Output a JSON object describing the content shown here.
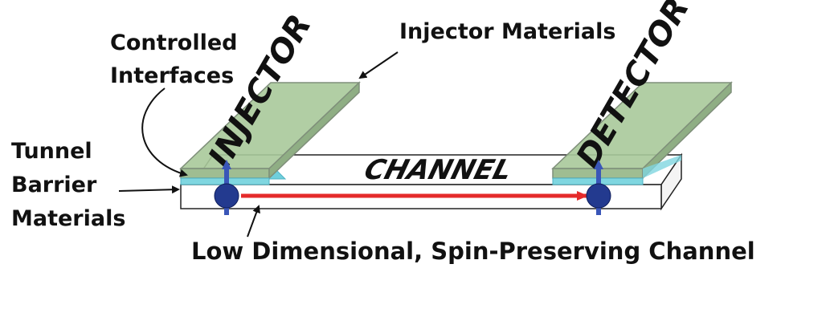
{
  "labels": {
    "controlled_interfaces_line1": "Controlled",
    "controlled_interfaces_line2": "Interfaces",
    "injector_materials": "Injector Materials",
    "tunnel_line1": "Tunnel",
    "tunnel_line2": "Barrier",
    "tunnel_line3": "Materials",
    "channel_caption": "Low Dimensional,  Spin-Preserving Channel"
  },
  "device": {
    "injector_text": "INJECTOR",
    "detector_text": "DETECTOR",
    "channel_text": "CHANNEL"
  },
  "colors": {
    "electrode_fill": "#a9c99a",
    "electrode_stroke": "#7f8f7a",
    "barrier": "#7fd6e0",
    "spin_ball": "#233a8f",
    "spin_arrow": "#3a56b8",
    "transport_arrow": "#e52b2b",
    "label_text": "#111111"
  }
}
